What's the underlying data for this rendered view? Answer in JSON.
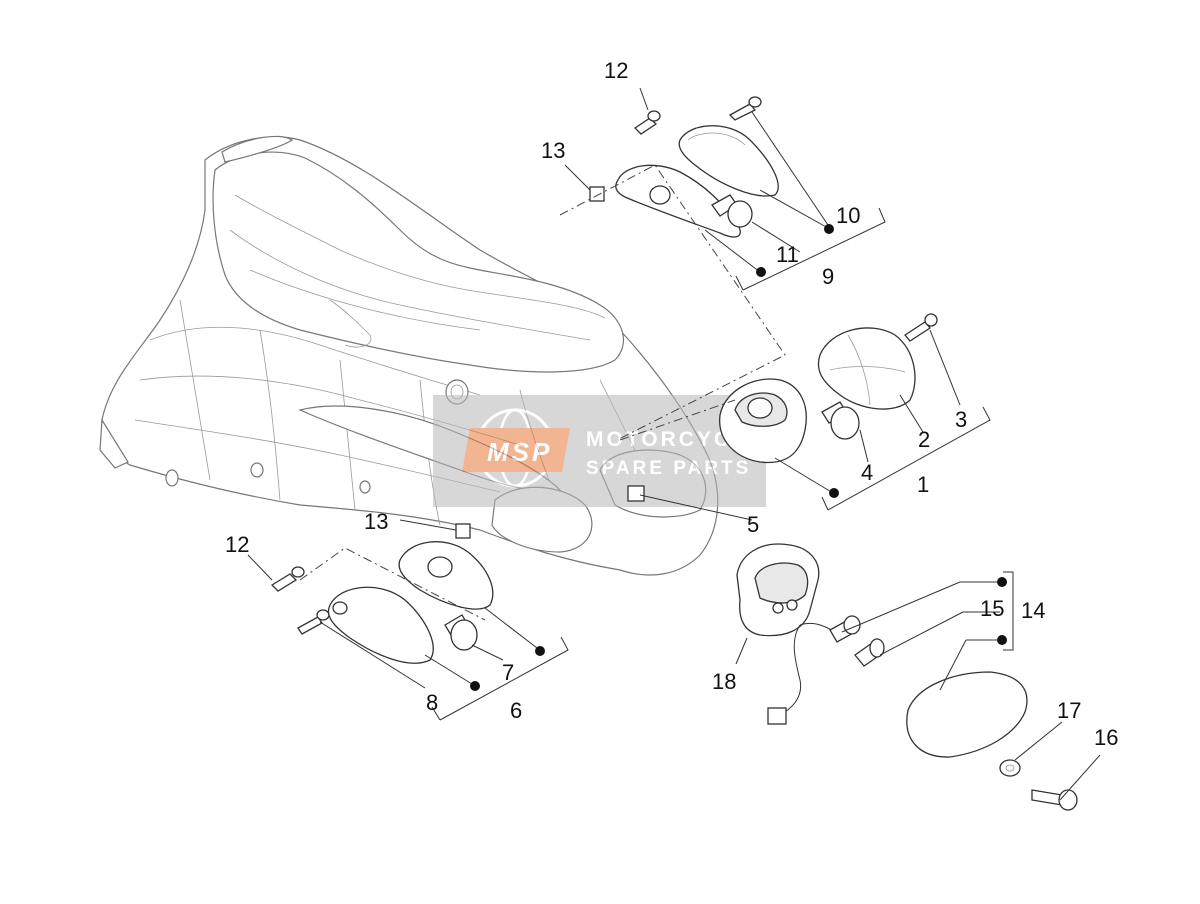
{
  "labels": {
    "l1": "1",
    "l2": "2",
    "l3": "3",
    "l4": "4",
    "l5": "5",
    "l6": "6",
    "l7": "7",
    "l8": "8",
    "l9": "9",
    "l10": "10",
    "l11": "11",
    "l12a": "12",
    "l12b": "12",
    "l13a": "13",
    "l13b": "13",
    "l14": "14",
    "l15": "15",
    "l16": "16",
    "l17": "17",
    "l18": "18"
  },
  "watermark": {
    "logo": "MSP",
    "line1": "MOTORCYCLE",
    "line2": "SPARE PARTS",
    "accent_color": "#e8793a"
  }
}
